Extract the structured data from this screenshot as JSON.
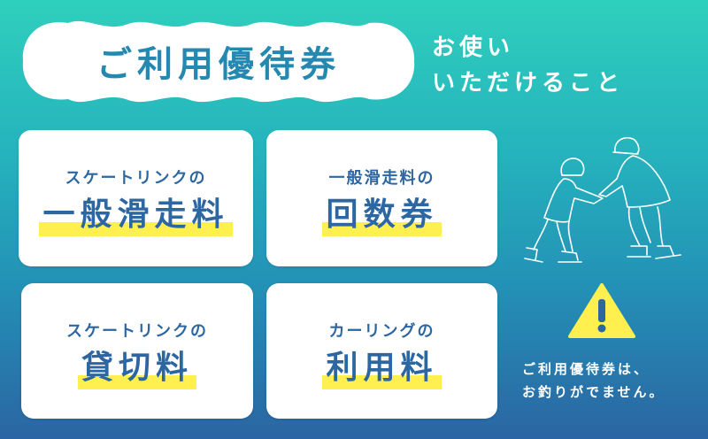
{
  "header": {
    "title": "ご利用優待券",
    "headline_line1": "お使い",
    "headline_line2": "いただけること"
  },
  "cards": [
    {
      "subtitle": "スケートリンクの",
      "label": "一般滑走料"
    },
    {
      "subtitle": "一般滑走料の",
      "label": "回数券"
    },
    {
      "subtitle": "スケートリンクの",
      "label": "貸切料"
    },
    {
      "subtitle": "カーリングの",
      "label": "利用料"
    }
  ],
  "illustration": {
    "icon": "ice-skating-parent-child-icon"
  },
  "notice": {
    "icon": "warning-triangle-icon",
    "line1": "ご利用優待券は、",
    "line2": "お釣りがでません。"
  },
  "colors": {
    "bg_top": "#2fcfbd",
    "bg_bottom": "#2b65a3",
    "title_blue": "#2488b0",
    "card_text": "#2d67a1",
    "highlight_yellow": "#fff050",
    "warning_yellow": "#fff050"
  }
}
